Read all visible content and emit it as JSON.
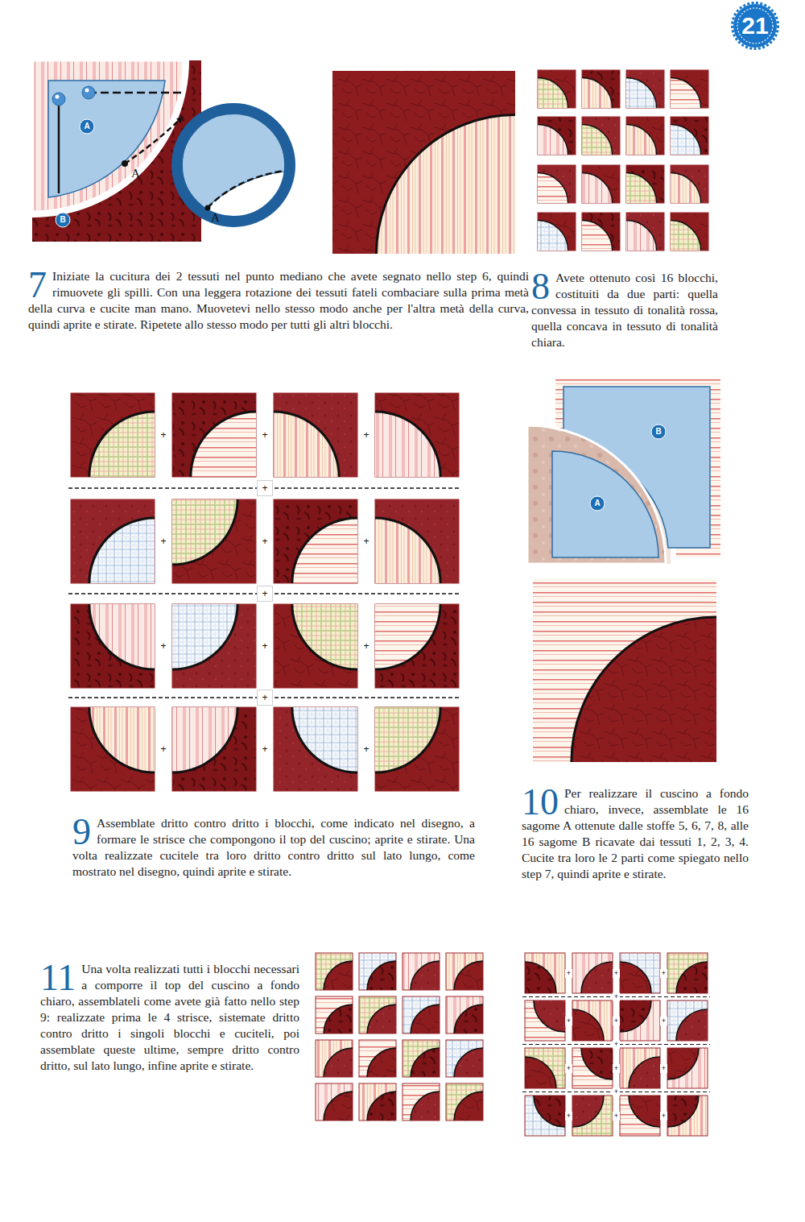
{
  "diagram": {
    "nodes": [
      {
        "text": [
          "21"
        ]
      },
      {
        "text": [
          "A"
        ]
      },
      {
        "text": [
          "B"
        ]
      },
      {
        "text": [
          "B"
        ]
      },
      {
        "text": [
          "A"
        ]
      }
    ],
    "labels": [
      "A",
      "A",
      "7",
      "Iniziate la cucitura dei 2 tessuti nel punto mediano che avete segnato nello step 6, quindi rimuovete gli spilli. Con una leggera rotazione dei tessuti fateli combaciare sulla prima metà della curva e cucite man mano. Muovetevi nello stesso modo anche per l'altra metà della curva, quindi aprite e stirate. Ripetete allo stesso modo per tutti gli altri blocchi.",
      "8",
      "Avete ottenuto così 16 blocchi, costituiti da due parti: quella convessa in tessuto di tonalità rossa, quella concava in tessuto di tonalità chiara.",
      "+",
      "+",
      "+",
      "+",
      "+",
      "+",
      "+",
      "+",
      "+",
      "+",
      "+",
      "+",
      "+",
      "+",
      "+",
      "9",
      "Assemblate dritto contro dritto i blocchi, come indicato nel disegno, a formare le strisce che compongono il top del cuscino; aprite e stirate. Una volta realizzate cucitele tra loro dritto contro dritto sul lato lungo, come mostrato nel disegno, quindi aprite e stirate.",
      "10",
      "Per realizzare il cuscino a fondo chiaro, invece, assemblate le 16 sagome A ottenute dalle stoffe 5, 6, 7, 8, alle 16 sagome B ricavate dai tessuti 1, 2, 3, 4. Cucite tra loro le 2 parti come spiegato nello step 7, quindi aprite e stirate.",
      "11",
      "Una volta realizzati tutti i blocchi necessari a comporre il top del cuscino a fondo chiaro, assemblateli come avete già fatto nello step 9: realizzate prima le 4 strisce, sistemate dritto contro dritto i singoli blocchi e cuciteli, poi assemblate queste ultime, sempre dritto contro dritto, sul lato lungo, infine aprite e stirate.",
      "+",
      "+",
      "+",
      "+",
      "+",
      "+",
      "+",
      "+",
      "+",
      "+",
      "+",
      "+",
      "+",
      "+",
      "+"
    ]
  }
}
